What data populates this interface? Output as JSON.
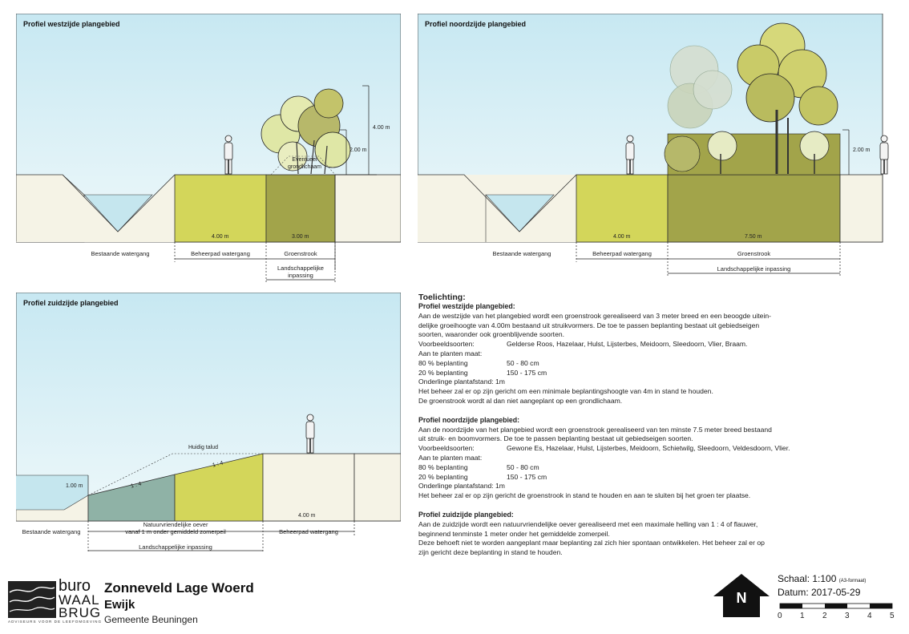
{
  "west": {
    "title": "Profiel westzijde plangebied",
    "dim_4m": "4.00 m",
    "dim_3m": "3.00 m",
    "height_4m": "4.00 m",
    "height_2m": "2.00 m",
    "grondlichaam": "Eventueel\ngrondlichaam",
    "lbl_watergang": "Bestaande watergang",
    "lbl_beheerpad": "Beheerpad watergang",
    "lbl_groenstrook": "Groenstrook",
    "lbl_inpassing": "Landschappelijke\ninpassing"
  },
  "north": {
    "title": "Profiel noordzijde plangebied",
    "dim_4m": "4.00 m",
    "dim_75m": "7.50 m",
    "height_2m": "2.00 m",
    "lbl_watergang": "Bestaande watergang",
    "lbl_beheerpad": "Beheerpad watergang",
    "lbl_groenstrook": "Groenstrook",
    "lbl_inpassing": "Landschappelijke inpassing"
  },
  "south": {
    "title": "Profiel zuidzijde plangebied",
    "huidig_talud": "Huidig talud",
    "slope1": "1 : 4",
    "slope2": "1 : 4",
    "height_1m": "1.00 m",
    "dim_4m": "4.00 m",
    "lbl_watergang": "Bestaande watergang",
    "lbl_oever": "Natuurvriendelijke oever\nvanaf 1 m onder gemiddeld zomerpeil",
    "lbl_beheerpad": "Beheerpad watergang",
    "lbl_inpassing": "Landschappelijke inpassing"
  },
  "toelichting": {
    "heading": "Toelichting:",
    "west_heading": "Profiel westzijde plangebied:",
    "west_text": "Aan de westzijde van het plangebied wordt een groenstrook gerealiseerd van 3 meter breed en een beoogde uitein-\ndelijke groeihoogte van 4.00m bestaand uit struikvormers. De toe te passen beplanting bestaat uit gebiedseigen\nsoorten, waaronder ook groenblijvende soorten.",
    "west_species_label": "Voorbeeldsoorten:",
    "west_species": "Gelderse Roos, Hazelaar, Hulst, Lijsterbes, Meidoorn, Sleedoorn, Vlier, Braam.",
    "west_maat": "Aan te planten maat:",
    "west_r1k": "80 % beplanting",
    "west_r1v": "50 - 80 cm",
    "west_r2k": "20 % beplanting",
    "west_r2v": "150 - 175 cm",
    "west_afstand": "Onderlinge plantafstand:  1m",
    "west_beheer": "Het beheer zal er op zijn gericht om een minimale beplantingshoogte van 4m in stand te houden.",
    "west_grond": "De groenstrook wordt al dan niet aangeplant op een grondlichaam.",
    "north_heading": "Profiel noordzijde plangebied:",
    "north_text": "Aan de noordzijde van het plangebied wordt een groenstrook gerealiseerd van ten minste 7.5 meter breed bestaand\nuit struik- en boomvormers. De toe te passen beplanting bestaat uit gebiedseigen soorten.",
    "north_species_label": "Voorbeeldsoorten:",
    "north_species": "Gewone Es, Hazelaar, Hulst, Lijsterbes, Meidoorn, Schietwilg, Sleedoorn, Veldesdoorn, Vlier.",
    "north_maat": "Aan te planten maat:",
    "north_r1k": "80 % beplanting",
    "north_r1v": "50 - 80 cm",
    "north_r2k": "20 % beplanting",
    "north_r2v": "150 - 175 cm",
    "north_afstand": "Onderlinge plantafstand:  1m",
    "north_beheer": "Het beheer zal er op zijn gericht de groenstrook in stand te houden en aan te sluiten bij het groen ter plaatse.",
    "south_heading": "Profiel zuidzijde plangebied:",
    "south_text": "Aan de zuidzijde wordt een natuurvriendelijke oever gerealiseerd met een maximale helling van 1 : 4 of flauwer,\nbeginnend tenminste 1 meter onder het gemiddelde zomerpeil.\nDeze behoeft niet te worden aangeplant maar beplanting zal zich hier spontaan ontwikkelen. Het beheer zal er op\nzijn gericht deze beplanting in stand te houden."
  },
  "footer": {
    "logo_buro": "buro",
    "logo_waal": "WAAL",
    "logo_brug": "BRUG",
    "logo_sub": "ADVISEURS VOOR DE LEEFOMGEVING",
    "project": "Zonneveld Lage Woerd",
    "place": "Ewijk",
    "municipality": "Gemeente Beuningen",
    "north_letter": "N",
    "schaal_label": "Schaal: 1:100",
    "schaal_format": "(A3-formaat)",
    "datum_label": "Datum:  2017-05-29",
    "scale_ticks": [
      "0",
      "1",
      "2",
      "3",
      "4",
      "5"
    ]
  },
  "colors": {
    "sky": "#c9e9f1",
    "ground": "#f5f3e6",
    "path": "#d3d65a",
    "green_strip": "#a2a44a",
    "water": "#c5e6ee",
    "oever": "#8fb2a6"
  }
}
